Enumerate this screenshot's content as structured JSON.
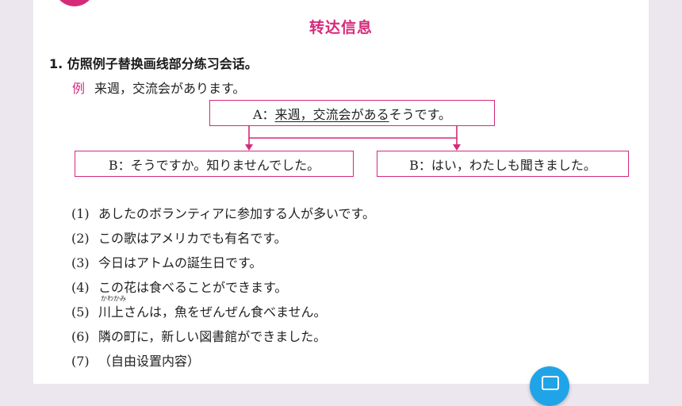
{
  "section_title": "转达信息",
  "instruction": "1. 仿照例子替换画线部分练习会话。",
  "example": {
    "tag": "例",
    "sentence": "来週，交流会があります。",
    "box_a": {
      "prefix": "A：",
      "underlined": "来週，交流会がある",
      "suffix": "そうです。"
    },
    "box_b1": "B：そうですか。知りませんでした。",
    "box_b2": "B：はい，わたしも聞きました。"
  },
  "items": [
    {
      "num": "(1)",
      "text": "あしたのボランティアに参加する人が多いです。"
    },
    {
      "num": "(2)",
      "text": "この歌はアメリカでも有名です。"
    },
    {
      "num": "(3)",
      "text": "今日はアトムの誕生日です。"
    },
    {
      "num": "(4)",
      "text": "この花は食べることができます。"
    },
    {
      "num": "(5)",
      "text": "川上さんは，魚をぜんぜん食べません。",
      "furigana": "かわかみ"
    },
    {
      "num": "(6)",
      "text": "隣の町に，新しい図書館ができました。"
    },
    {
      "num": "(7)",
      "text": "（自由设置内容）"
    }
  ],
  "colors": {
    "accent": "#d6297a",
    "fab": "#1fa4e8",
    "background": "#ece6ef"
  },
  "icons": {
    "fab": "document-icon",
    "badge": "logo-badge-icon"
  }
}
